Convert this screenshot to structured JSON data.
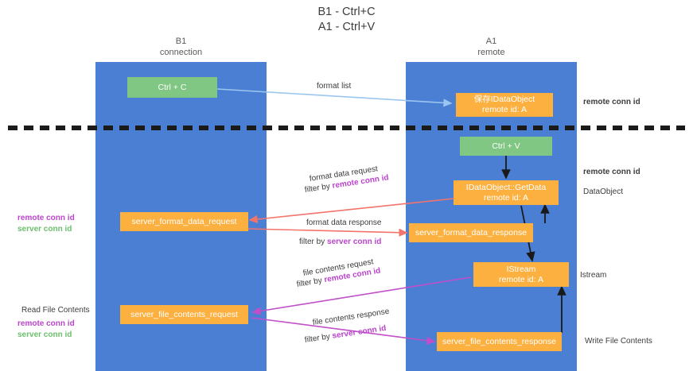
{
  "title": "B1 - Ctrl+C\nA1 - Ctrl+V",
  "lanes": {
    "b1": {
      "head": "B1\nconnection"
    },
    "a1": {
      "head": "A1\nremote"
    }
  },
  "nodes": {
    "ctrl_c": {
      "line1": "Ctrl + C",
      "line2": ""
    },
    "ctrl_v": {
      "line1": "Ctrl + V",
      "line2": ""
    },
    "save_dataobject": {
      "line1": "保存IDataObject",
      "line2": "remote id: A"
    },
    "getdata": {
      "line1": "IDataObject::GetData",
      "line2": "remote id: A"
    },
    "istream": {
      "line1": "IStream",
      "line2": "remote id: A"
    },
    "server_format_data_request": {
      "line1": "server_format_data_request",
      "line2": ""
    },
    "server_format_data_response": {
      "line1": "server_format_data_response",
      "line2": ""
    },
    "server_file_contents_request": {
      "line1": "server_file_contents_request",
      "line2": ""
    },
    "server_file_contents_response": {
      "line1": "server_file_contents_response",
      "line2": ""
    }
  },
  "edges": {
    "format_list": "format list",
    "format_data_request": "format data request",
    "format_data_request_filter_prefix": "filter by ",
    "format_data_request_filter_key": "remote conn id",
    "format_data_response": "format data response",
    "format_data_response_filter_prefix": "filter by ",
    "format_data_response_filter_key": "server conn id",
    "file_contents_request": "file contents request",
    "file_contents_request_filter_prefix": "filter by ",
    "file_contents_request_filter_key": "remote conn id",
    "file_contents_response": "file contents response",
    "file_contents_response_filter_prefix": "filter by ",
    "file_contents_response_filter_key": "server conn id"
  },
  "annotations": {
    "remote_conn_id_top": "remote conn id",
    "remote_conn_id_mid": "remote conn id",
    "dataobject_side": "DataObject",
    "istream_side": "Istream",
    "write_file_contents": "Write File Contents",
    "read_file_contents": "Read File Contents",
    "legend_mid_remote": "remote conn id",
    "legend_mid_server": "server conn id",
    "legend_bottom_remote": "remote conn id",
    "legend_bottom_server": "server conn id"
  },
  "colors": {
    "lane": "#4a7fd4",
    "green_node": "#81c784",
    "orange_node": "#fbb040",
    "purple": "#bb44cc",
    "green_text": "#6cbf6c",
    "wire_blue": "#9cc6ef",
    "wire_red": "#f4736a",
    "wire_magenta": "#c04fc9",
    "wire_black": "#1a1a1a",
    "divider": "#1a1a1a"
  }
}
